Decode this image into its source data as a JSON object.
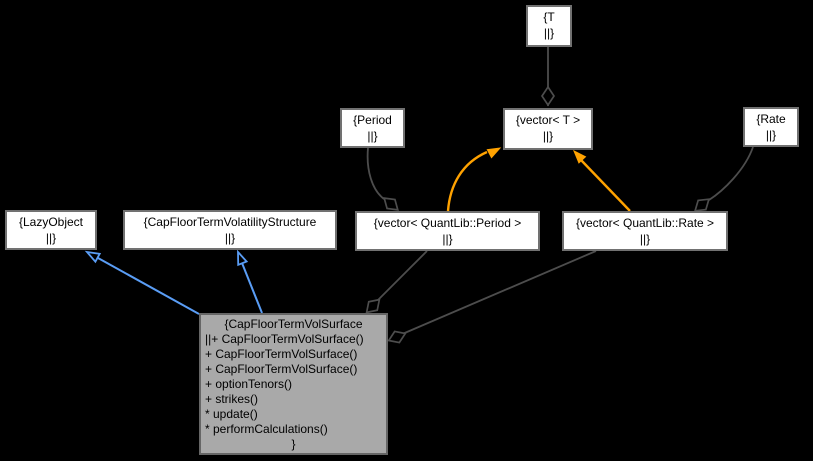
{
  "colors": {
    "background": "#000000",
    "node_fill": "#ffffff",
    "node_border": "#717171",
    "focus_fill": "#a9a9a9",
    "focus_border": "#666666",
    "edge": "#4d4d4d",
    "inheritance_edge": "#5a9df5",
    "template_edge": "#ffa200",
    "text": "#000000"
  },
  "nodes": {
    "t": {
      "name": "{T",
      "fields": "||}"
    },
    "period": {
      "name": "{Period",
      "fields": "||}"
    },
    "vector_t": {
      "name": "{vector< T >",
      "fields": "||}"
    },
    "rate": {
      "name": "{Rate",
      "fields": "||}"
    },
    "lazy_object": {
      "name": "{LazyObject",
      "fields": "||}"
    },
    "cap_floor_term_volatility_structure": {
      "name": "{CapFloorTermVolatilityStructure",
      "fields": "||}"
    },
    "vector_period": {
      "name": "{vector< QuantLib::Period >",
      "fields": "||}"
    },
    "vector_rate": {
      "name": "{vector< QuantLib::Rate >",
      "fields": "||}"
    },
    "cap_floor_term_vol_surface": {
      "name": "{CapFloorTermVolSurface",
      "members": [
        "||+ CapFloorTermVolSurface()",
        "+ CapFloorTermVolSurface()",
        "+ CapFloorTermVolSurface()",
        "+ optionTenors()",
        "+ strikes()",
        "* update()",
        "* performCalculations()"
      ],
      "close": "}"
    }
  },
  "edges": [
    {
      "from": "t",
      "to": "vector_t",
      "type": "aggregation-open-diamond"
    },
    {
      "from": "period",
      "to": "vector_period",
      "type": "aggregation-open-diamond"
    },
    {
      "from": "rate",
      "to": "vector_rate",
      "type": "aggregation-open-diamond"
    },
    {
      "from": "vector_period",
      "to": "cap_floor_term_vol_surface",
      "type": "aggregation-open-diamond"
    },
    {
      "from": "vector_rate",
      "to": "cap_floor_term_vol_surface",
      "type": "aggregation-open-diamond"
    },
    {
      "from": "cap_floor_term_vol_surface",
      "to": "lazy_object",
      "type": "inheritance-blue-arrow"
    },
    {
      "from": "cap_floor_term_vol_surface",
      "to": "cap_floor_term_volatility_structure",
      "type": "inheritance-blue-arrow"
    },
    {
      "from": "vector_period",
      "to": "vector_t",
      "type": "template-instance-orange-arrow"
    },
    {
      "from": "vector_rate",
      "to": "vector_t",
      "type": "template-instance-orange-arrow"
    }
  ]
}
